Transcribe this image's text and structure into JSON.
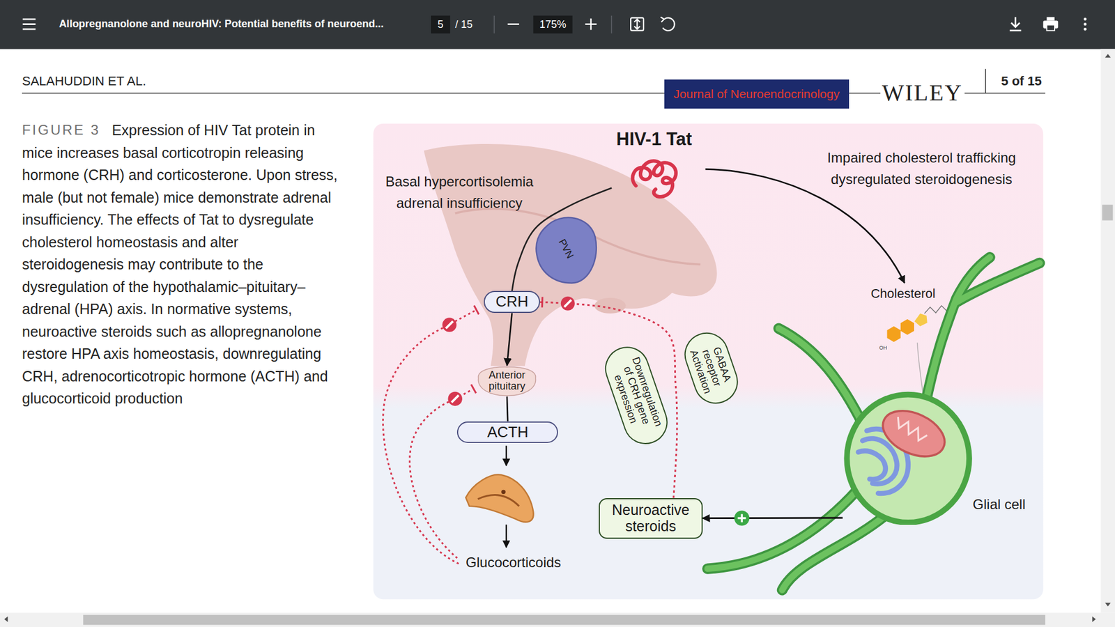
{
  "diagram": {
    "caption": "Expression of HIV Tat protein in mice increases basal corticotropin releasing hormone (CRH) and corticosterone. Upon stress, male (but not female) mice demonstrate adrenal insufficiency. The effects of Tat to dysregulate cholesterol homeostasis and alter steroidogenesis may contribute to the dysregulation of the hypothalamic–pituitary–adrenal (HPA) axis. In normative systems, neuroactive steroids such as allopregnanolone restore HPA axis homeostasis, downregulating CRH, adrenocorticotropic hormone (ACTH) and glucocorticoid production",
    "nodes": [
      {
        "text": [
          "HIV-1 Tat"
        ]
      },
      {
        "text": [
          "PVN"
        ]
      },
      {
        "text": [
          "CRH"
        ]
      },
      {
        "text": [
          "Anterior pituitary"
        ]
      },
      {
        "text": [
          "ACTH"
        ]
      },
      {
        "text": [
          "Downregulation of CRH gene expression"
        ]
      },
      {
        "text": [
          "GABAA receptor Activation"
        ]
      },
      {
        "text": [
          "Neuroactive steroids"
        ]
      },
      {
        "text": [
          "Glial cell"
        ]
      }
    ],
    "edges": [
      {
        "from": 0,
        "to": 2,
        "arrow": "none"
      },
      {
        "from": 2,
        "to": 3,
        "arrow": "to"
      },
      {
        "from": 3,
        "to": 4,
        "arrow": "none"
      },
      {
        "from": 8,
        "to": 7,
        "arrow": "to"
      },
      {
        "from": 7,
        "to": 2,
        "arrow": "none"
      }
    ],
    "labels": [
      "Allopregnanolone and neuroHIV: Potential benefits of neuroend...",
      "5",
      "/ 15",
      "175%",
      "SALAHUDDIN ET AL.",
      "Journal of Neuroendocrinology",
      "WILEY",
      "5 of 15",
      "FIGURE 3",
      "Basal hypercortisolemia adrenal insufficiency",
      "Impaired cholesterol trafficking dysregulated steroidogenesis",
      "Cholesterol",
      "OH",
      "Glucocorticoids"
    ]
  }
}
